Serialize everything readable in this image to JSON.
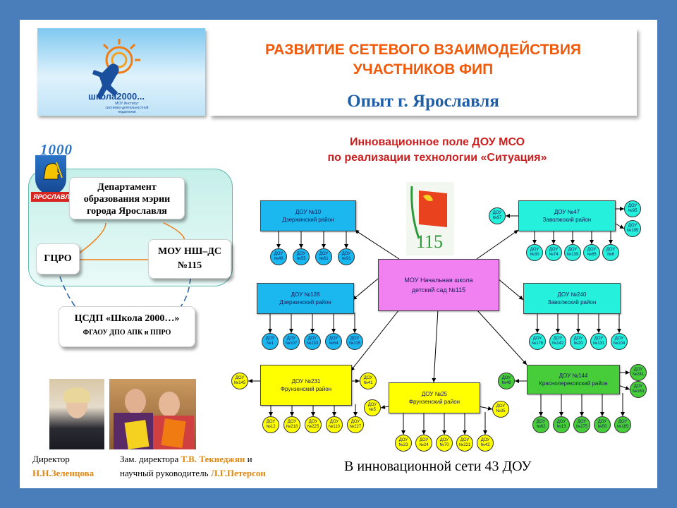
{
  "header": {
    "title_line1": "РАЗВИТИЕ СЕТЕВОГО ВЗАИМОДЕЙСТВИЯ",
    "title_line2": "УЧАСТНИКОВ ФИП",
    "subtitle": "Опыт г. Ярославля"
  },
  "logo": {
    "brand": "школа2000...",
    "line1": "МОУ Институт",
    "line2": "системно-деятельностной",
    "line3": "педагогики"
  },
  "emblem": {
    "year": "1000",
    "city": "ЯРОСЛАВЛЬ"
  },
  "left_panel": {
    "department": [
      "Департамент",
      "образования мэрии",
      "города Ярославля"
    ],
    "gcro": "ГЦРО",
    "mou_line1": "МОУ НШ–ДС",
    "mou_line2": "№115",
    "csdp_line1": "ЦСДП  «Школа 2000…»",
    "csdp_line2": "ФГАОУ ДПО АПК и ППРО"
  },
  "diagram": {
    "title_line1": "Инновационное поле ДОУ МСО",
    "title_line2": "по реализации технологии «Ситуация»",
    "center": [
      "МОУ Начальная школа",
      "детский сад №115"
    ],
    "center_logo_number": "115",
    "groups": [
      {
        "name": "ДОУ №10",
        "district": "Дзержинский район",
        "children": [
          "ДОУ №49",
          "ДОУ №55",
          "ДОУ №61",
          "ДОУ №91"
        ],
        "extras": []
      },
      {
        "name": "ДОУ №47",
        "district": "Заволжский район",
        "children": [
          "ДОУ №30",
          "ДОУ №74",
          "ДОУ №139",
          "ДОУ №85",
          "ДОУ №6"
        ],
        "extras": [
          "ДОУ №97",
          "ДОУ №95",
          "ДОУ №195"
        ]
      },
      {
        "name": "ДОУ №128",
        "district": "Дзержинский район",
        "children": [
          "ДОУ №1",
          "ДОУ №107",
          "ДОУ №233",
          "ДОУ №54",
          "ДОУ №115"
        ],
        "extras": []
      },
      {
        "name": "ДОУ №240",
        "district": "Заволжский район",
        "children": [
          "ДОУ №176",
          "ДОУ №142",
          "ДОУ №20",
          "ДОУ №131",
          "ДОУ №104"
        ],
        "extras": []
      },
      {
        "name": "ДОУ №231",
        "district": "Фрунзенский район",
        "children": [
          "ДОУ №12",
          "ДОУ №218",
          "ДОУ №225",
          "ДОУ №110",
          "ДОУ №227"
        ],
        "extras": [
          "ДОУ №145",
          "ДОУ №41"
        ]
      },
      {
        "name": "ДОУ №25",
        "district": "Фрунзенский район",
        "children": [
          "ДОУ №23",
          "ДОУ №24",
          "ДОУ №70",
          "ДОУ №221",
          "ДОУ №42"
        ],
        "extras": [
          "ДОУ №5",
          "ДОУ №35"
        ]
      },
      {
        "name": "ДОУ №144",
        "district": "Красноперекопский район",
        "children": [
          "ДОУ №62",
          "ДОУ №13",
          "ДОУ №175",
          "ДОУ №50",
          "ДОУ №185"
        ],
        "extras": [
          "ДОУ №48",
          "ДОУ №241",
          "ДОУ №163"
        ]
      }
    ]
  },
  "captions": {
    "director_role": "Директор",
    "director_name": "Н.Н.Зеленцова",
    "deputy_prefix": "Зам. директора",
    "deputy_name": "Т.В. Текнеджян",
    "deputy_and": "и",
    "supervisor_prefix": "научный руководитель",
    "supervisor_name": "Л.Г.Петерсон",
    "network_note": "В инновационной сети 43 ДОУ"
  },
  "colors": {
    "frame": "#4a7ebb",
    "title_orange": "#f05a0a",
    "subtitle_blue": "#1f5fa6",
    "diagram_title": "#cc1f1f",
    "dzerzhinsky": "#1ab8ef",
    "zavolzhsky": "#25f0dc",
    "frunzensky": "#ffff00",
    "krasnoperekopsky": "#47cc3a",
    "center": "#f180f0"
  }
}
